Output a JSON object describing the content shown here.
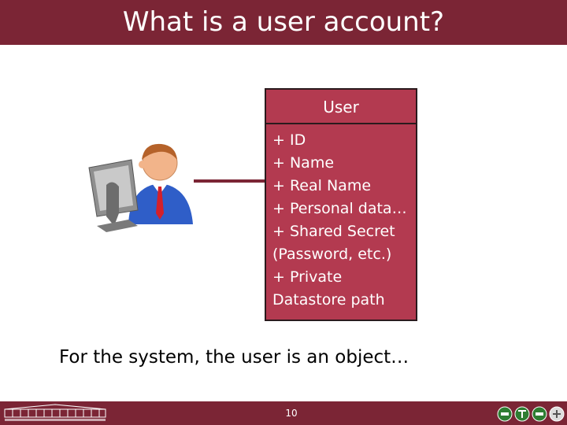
{
  "slide": {
    "title": "What is a user account?",
    "caption": "For the system, the user is an object…",
    "page_number": "10"
  },
  "uml_class": {
    "name": "User",
    "attributes": [
      "+ ID",
      "+ Name",
      "+ Real Name",
      "+ Personal data…",
      "+ Shared Secret",
      "(Password, etc.)",
      "+ Private",
      "Datastore path"
    ]
  },
  "footer": {
    "icons": [
      "circle-left-icon",
      "circle-t-icon",
      "circle-right-icon",
      "circle-extra-icon"
    ]
  },
  "colors": {
    "brand_maroon": "#7b2535",
    "class_fill": "#b33a50",
    "class_border": "#2a1a1d"
  }
}
